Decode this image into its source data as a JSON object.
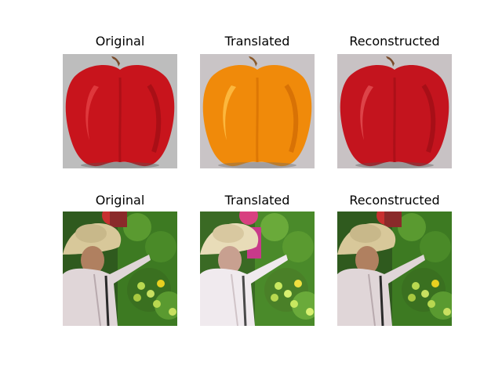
{
  "figure": {
    "rows": [
      {
        "panels": [
          {
            "title": "Original",
            "subject": "apple-red"
          },
          {
            "title": "Translated",
            "subject": "apple-orange"
          },
          {
            "title": "Reconstructed",
            "subject": "apple-red"
          }
        ]
      },
      {
        "panels": [
          {
            "title": "Original",
            "subject": "farmer-orchard"
          },
          {
            "title": "Translated",
            "subject": "farmer-orchard-light"
          },
          {
            "title": "Reconstructed",
            "subject": "farmer-orchard"
          }
        ]
      }
    ]
  }
}
